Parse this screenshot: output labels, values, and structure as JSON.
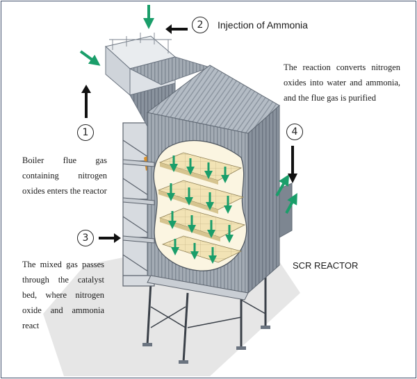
{
  "labels": {
    "step2": {
      "number": "2",
      "text": "Injection of Ammonia"
    },
    "step1": {
      "number": "1",
      "lines": [
        "Boiler flue gas",
        "containing nitrogen",
        "oxides enters the reactor"
      ]
    },
    "step3": {
      "number": "3",
      "lines": [
        "The mixed gas passes",
        "through the catalyst",
        "bed, where nitrogen",
        "oxide and ammonia",
        "react"
      ]
    },
    "step4": {
      "number": "4",
      "lines": [
        "The reaction converts nitrogen",
        "oxides into water and ammonia,",
        "and the flue gas is purified"
      ]
    },
    "reactor": "SCR REACTOR"
  },
  "colors": {
    "flow_arrow": "#1a9e6a",
    "pointer_arrow": "#111111",
    "catalyst_bed": "#f2e3b5",
    "reactor_wall": "#9aa3ad",
    "frame": "#3f4f6b"
  }
}
